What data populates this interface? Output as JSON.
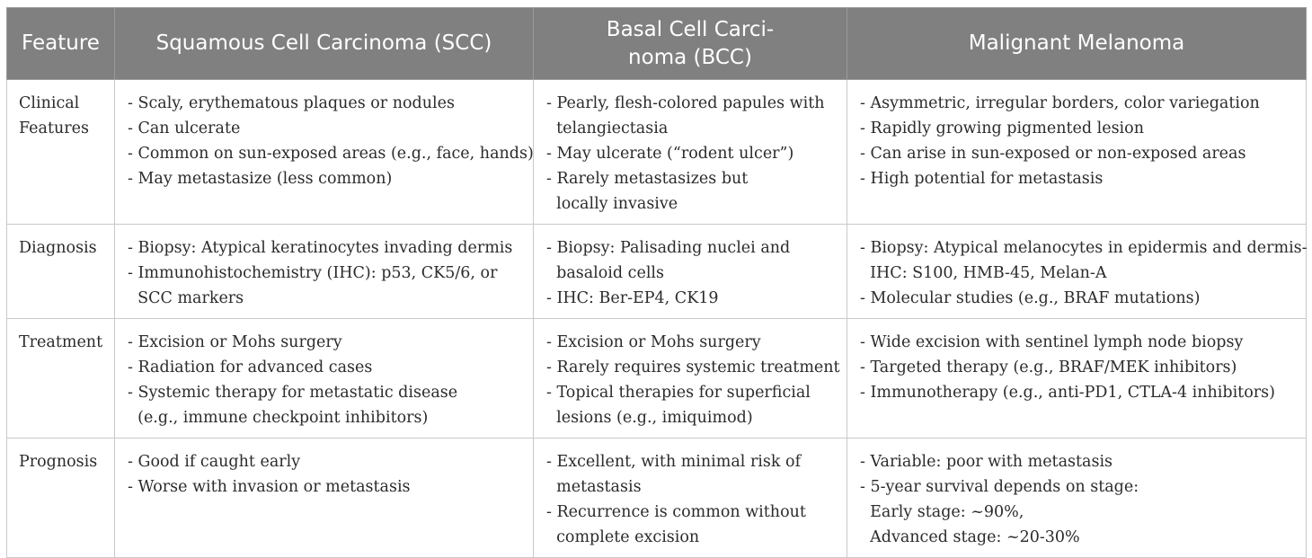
{
  "headers": {
    "feature": "Feature",
    "scc": "Squamous Cell Carcinoma (SCC)",
    "bcc_line1": "Basal Cell Carci-",
    "bcc_line2": "noma (BCC)",
    "melanoma": "Malignant Melanoma"
  },
  "rows": [
    {
      "feature_line1": "Clinical",
      "feature_line2": "Features",
      "scc": [
        "- Scaly, erythematous plaques or nodules",
        "- Can ulcerate",
        "- Common on sun-exposed areas (e.g., face, hands)",
        "- May metastasize (less common)"
      ],
      "bcc": [
        "- Pearly, flesh-colored papules with",
        "  telangiectasia",
        "- May ulcerate (“rodent ulcer”)",
        "- Rarely metastasizes but",
        "  locally invasive"
      ],
      "melanoma": [
        "- Asymmetric, irregular borders, color variegation",
        "- Rapidly growing pigmented lesion",
        "- Can arise in sun-exposed or non-exposed areas",
        "- High potential for metastasis"
      ]
    },
    {
      "feature_line1": "Diagnosis",
      "scc": [
        "- Biopsy: Atypical keratinocytes invading dermis",
        "- Immunohistochemistry (IHC): p53, CK5/6, or",
        "  SCC markers"
      ],
      "bcc": [
        "- Biopsy: Palisading nuclei and",
        "  basaloid cells",
        "- IHC: Ber-EP4, CK19"
      ],
      "melanoma": [
        "- Biopsy: Atypical melanocytes in epidermis and dermis-",
        "  IHC: S100, HMB-45, Melan-A",
        "- Molecular studies (e.g., BRAF mutations)"
      ]
    },
    {
      "feature_line1": "Treatment",
      "scc": [
        "- Excision or Mohs surgery",
        "- Radiation for advanced cases",
        "- Systemic therapy for metastatic disease",
        "  (e.g., immune checkpoint inhibitors)"
      ],
      "bcc": [
        "- Excision or Mohs surgery",
        "- Rarely requires systemic treatment",
        "- Topical therapies for superficial",
        "  lesions (e.g., imiquimod)"
      ],
      "melanoma": [
        "- Wide excision with sentinel lymph node biopsy",
        "- Targeted therapy (e.g., BRAF/MEK inhibitors)",
        "- Immunotherapy (e.g., anti-PD1, CTLA-4 inhibitors)"
      ]
    },
    {
      "feature_line1": "Prognosis",
      "scc": [
        "- Good if caught early",
        "- Worse with invasion or metastasis"
      ],
      "bcc": [
        "- Excellent, with minimal risk of",
        "  metastasis",
        "- Recurrence is common without",
        "  complete excision"
      ],
      "melanoma": [
        "- Variable: poor with metastasis",
        "- 5-year survival depends on stage:",
        "  Early stage: ~90%,",
        "  Advanced stage: ~20-30%"
      ]
    }
  ]
}
